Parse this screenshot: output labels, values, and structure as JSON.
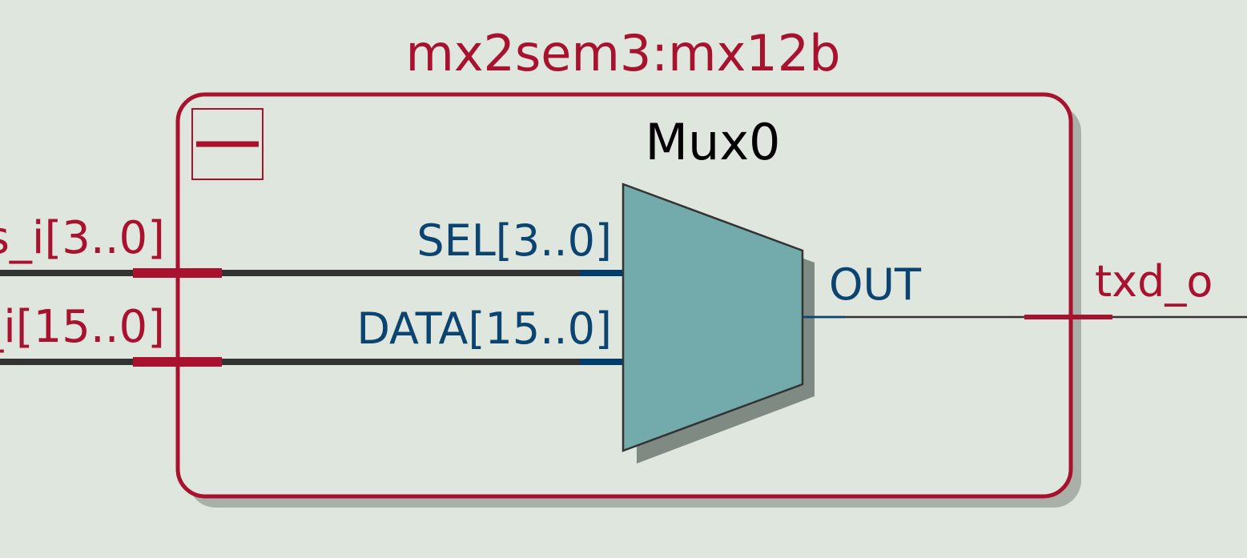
{
  "instance": {
    "label": "mx2sem3:mx12b",
    "collapse_icon": "minus-icon"
  },
  "mux": {
    "name": "Mux0",
    "ports": {
      "sel": "SEL[3..0]",
      "data": "DATA[15..0]",
      "out": "OUT"
    }
  },
  "signals": {
    "left_top": "s_i[3..0]",
    "left_bottom": "_i[15..0]",
    "right": "txd_o"
  },
  "colors": {
    "background": "#dfe6dd",
    "instance_border": "#a8122e",
    "instance_label": "#a8122e",
    "bus_stub": "#a8122e",
    "wire": "#333333",
    "port_stub": "#003d6b",
    "port_label": "#0b4470",
    "mux_fill": "#73aaab",
    "mux_shadow": "#7f8a83",
    "shadow": "#a9b0a8",
    "mux_name": "#000000"
  }
}
